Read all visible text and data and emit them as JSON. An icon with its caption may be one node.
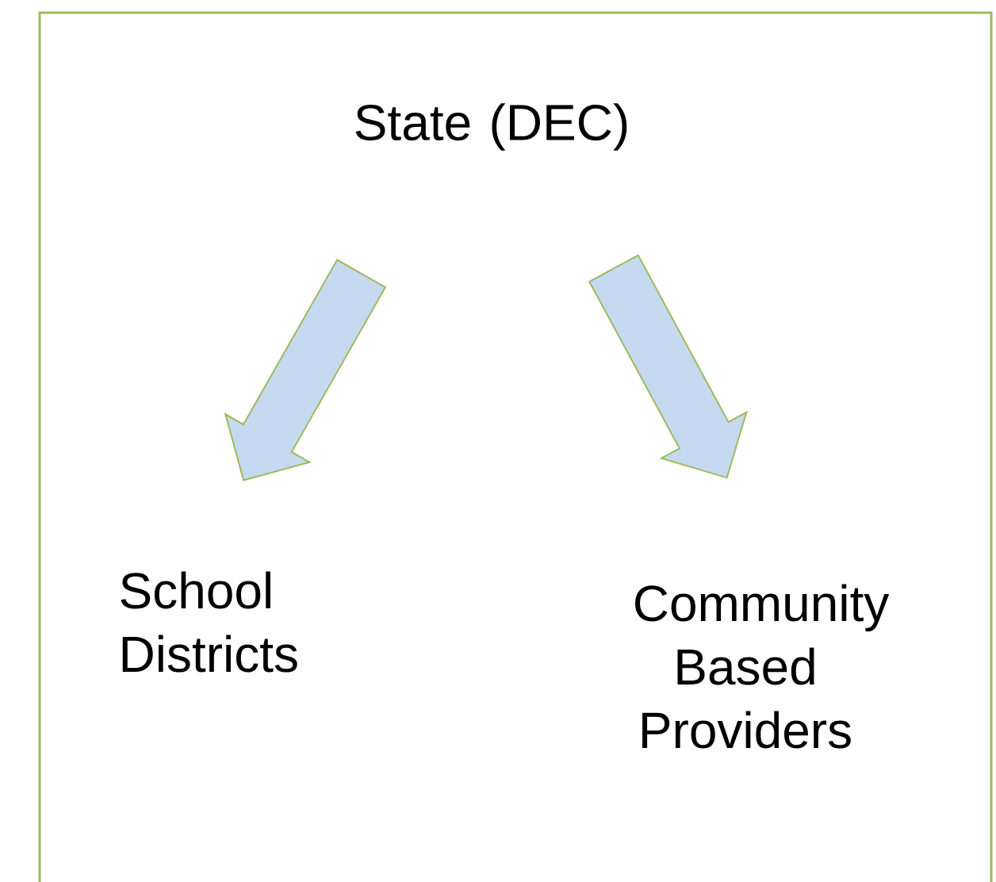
{
  "diagram": {
    "nodes": [
      {
        "text": [
          "State (DEC)"
        ]
      },
      {
        "text": [
          "School Districts"
        ]
      },
      {
        "text": [
          "Community Based Providers"
        ]
      }
    ],
    "edges": [
      {
        "from": 0,
        "to": 1,
        "arrow": "to"
      },
      {
        "from": 0,
        "to": 2,
        "arrow": "to"
      }
    ]
  }
}
